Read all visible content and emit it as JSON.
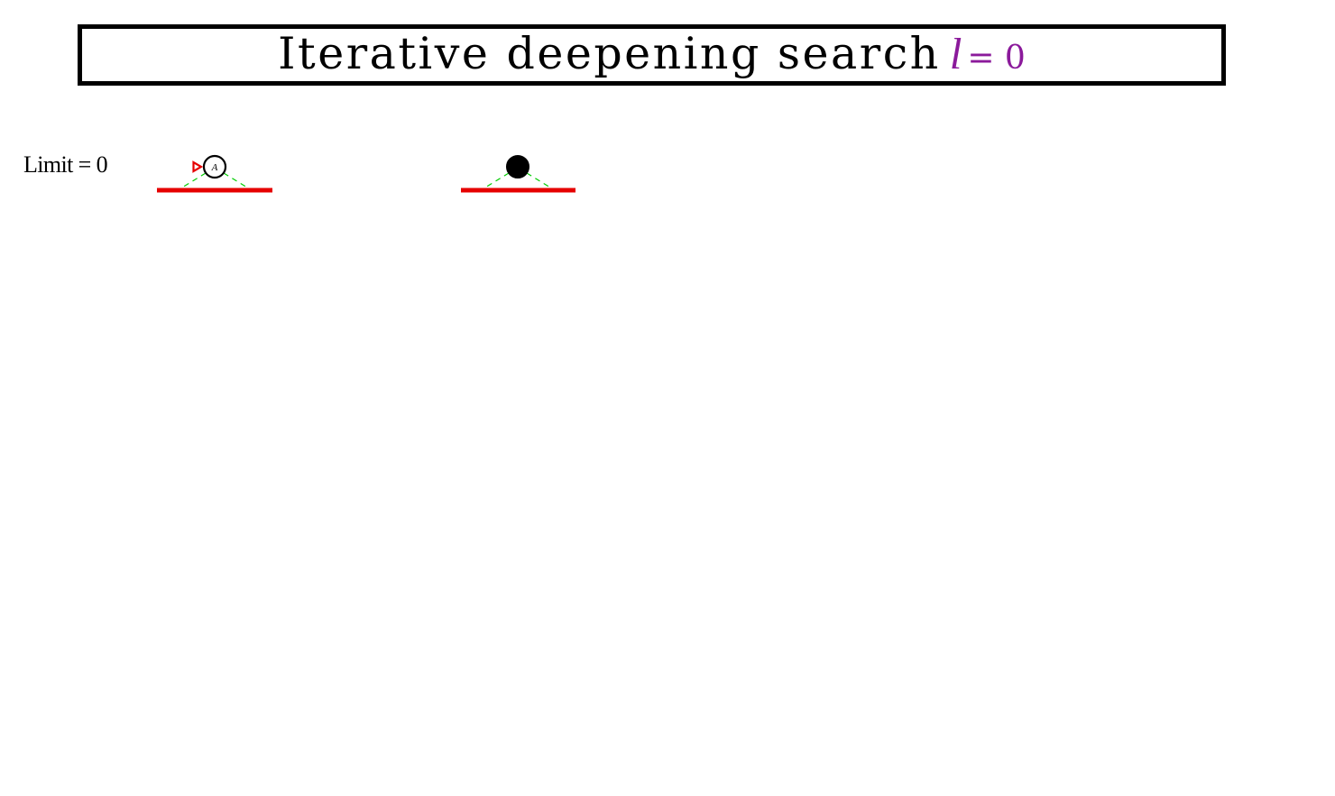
{
  "title": {
    "text": "Iterative deepening search",
    "variable": "l",
    "equals_value": "= 0"
  },
  "limit_label": "Limit = 0",
  "trees": [
    {
      "root": {
        "label": "A",
        "state": "current",
        "has_pointer_arrow": true
      }
    },
    {
      "root": {
        "label": "",
        "state": "expanded"
      }
    }
  ],
  "colors": {
    "frame": "#000000",
    "title_variable": "#8b1a9b",
    "limit_bar": "#e60000",
    "pointer_arrow": "#e60000",
    "child_edges": "#00cc00",
    "node_outline": "#000000",
    "expanded_node_fill": "#000000"
  }
}
